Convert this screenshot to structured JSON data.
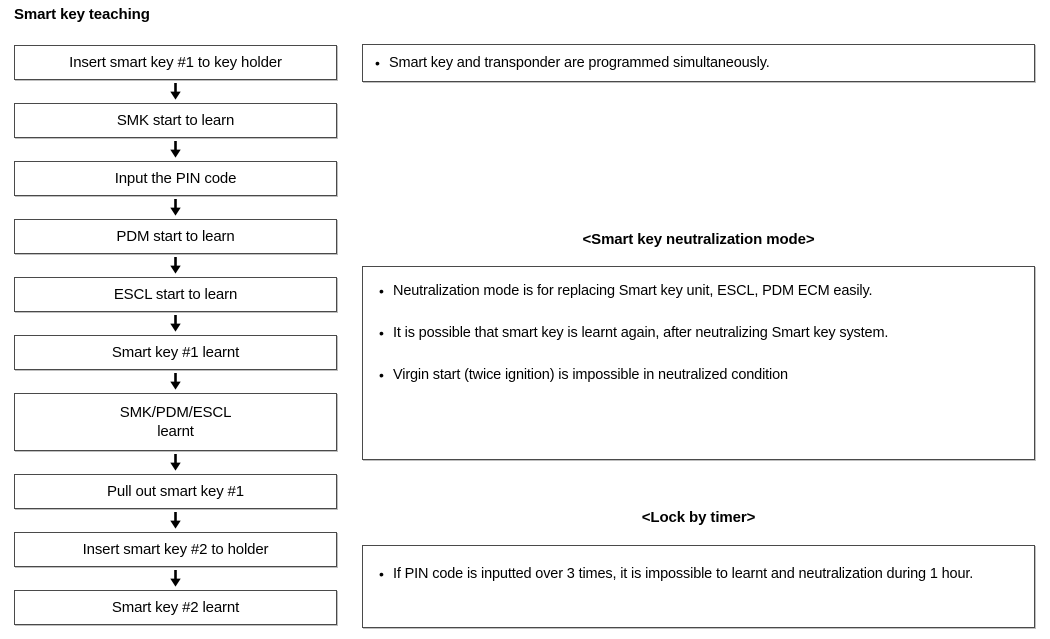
{
  "page_title": "Smart key teaching",
  "flow": {
    "arrow_icon": "arrow-down-icon",
    "steps": [
      {
        "label": "Insert smart key #1 to key holder",
        "lines": 1
      },
      {
        "label": "SMK start to learn",
        "lines": 1
      },
      {
        "label": "Input the PIN code",
        "lines": 1
      },
      {
        "label": "PDM start to learn",
        "lines": 1
      },
      {
        "label": "ESCL start to learn",
        "lines": 1
      },
      {
        "label": "Smart key #1 learnt",
        "lines": 1
      },
      {
        "label": "SMK/PDM/ESCL\nlearnt",
        "lines": 2
      },
      {
        "label": "Pull out smart key #1",
        "lines": 1
      },
      {
        "label": "Insert smart key #2 to holder",
        "lines": 1
      },
      {
        "label": "Smart key #2 learnt",
        "lines": 1
      }
    ]
  },
  "notes": {
    "simultaneous": {
      "bullets": [
        "Smart key and transponder are programmed simultaneously."
      ]
    },
    "neutralization": {
      "heading": "<Smart key neutralization mode>",
      "bullets": [
        "Neutralization mode is for replacing Smart key unit, ESCL, PDM ECM easily.",
        "It is possible that smart key is learnt again, after neutralizing Smart key system.",
        "Virgin start (twice ignition) is impossible in neutralized condition"
      ]
    },
    "lock_by_timer": {
      "heading": "<Lock by timer>",
      "bullets": [
        "If PIN code is inputted over 3 times, it is impossible to learnt and neutralization during 1 hour."
      ]
    }
  },
  "colors": {
    "border": "#4a4a4a",
    "shadow": "#bfbfbf",
    "text": "#000000",
    "background": "#ffffff"
  }
}
